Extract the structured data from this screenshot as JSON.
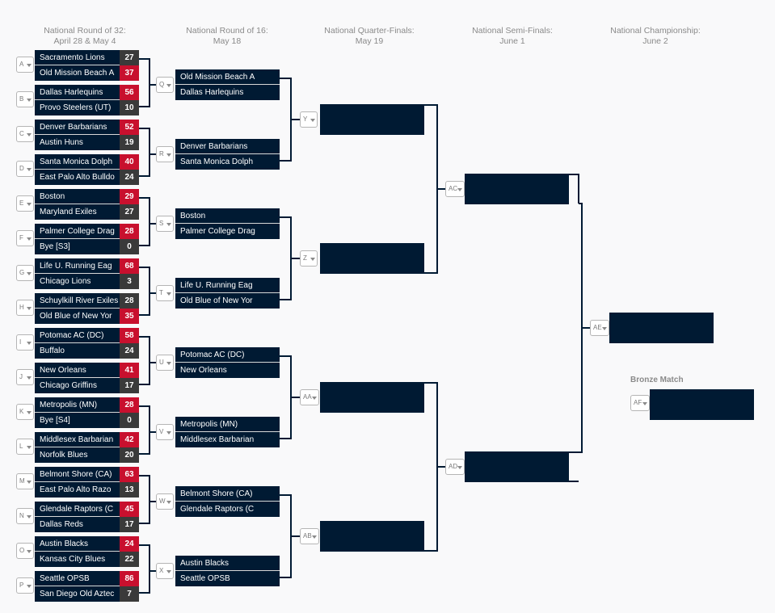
{
  "headers": [
    {
      "line1": "National Round of 32:",
      "line2": "April 28 & May 4"
    },
    {
      "line1": "National Round of 16:",
      "line2": "May 18"
    },
    {
      "line1": "National Quarter-Finals:",
      "line2": "May 19"
    },
    {
      "line1": "National Semi-Finals:",
      "line2": "June 1"
    },
    {
      "line1": "National Championship:",
      "line2": "June 2"
    }
  ],
  "round32": [
    {
      "id": "A",
      "t1": "Sacramento Lions",
      "s1": "27",
      "t2": "Old Mission Beach A",
      "s2": "37",
      "win": 2
    },
    {
      "id": "B",
      "t1": "Dallas Harlequins",
      "s1": "56",
      "t2": "Provo Steelers (UT)",
      "s2": "10",
      "win": 1
    },
    {
      "id": "C",
      "t1": "Denver Barbarians",
      "s1": "52",
      "t2": "Austin Huns",
      "s2": "19",
      "win": 1
    },
    {
      "id": "D",
      "t1": "Santa Monica Dolph",
      "s1": "40",
      "t2": "East Palo Alto Bulldo",
      "s2": "24",
      "win": 1
    },
    {
      "id": "E",
      "t1": "Boston",
      "s1": "29",
      "t2": "Maryland Exiles",
      "s2": "27",
      "win": 1
    },
    {
      "id": "F",
      "t1": "Palmer College Drag",
      "s1": "28",
      "t2": "Bye [S3]",
      "s2": "0",
      "win": 1
    },
    {
      "id": "G",
      "t1": "Life U. Running Eag",
      "s1": "68",
      "t2": "Chicago Lions",
      "s2": "3",
      "win": 1
    },
    {
      "id": "H",
      "t1": "Schuylkill River Exiles",
      "s1": "28",
      "t2": "Old Blue of New Yor",
      "s2": "35",
      "win": 2
    },
    {
      "id": "I",
      "t1": "Potomac AC (DC)",
      "s1": "58",
      "t2": "Buffalo",
      "s2": "24",
      "win": 1
    },
    {
      "id": "J",
      "t1": "New Orleans",
      "s1": "41",
      "t2": "Chicago Griffins",
      "s2": "17",
      "win": 1
    },
    {
      "id": "K",
      "t1": "Metropolis (MN)",
      "s1": "28",
      "t2": "Bye [S4]",
      "s2": "0",
      "win": 1
    },
    {
      "id": "L",
      "t1": "Middlesex Barbarian",
      "s1": "42",
      "t2": "Norfolk Blues",
      "s2": "20",
      "win": 1
    },
    {
      "id": "M",
      "t1": "Belmont Shore (CA)",
      "s1": "63",
      "t2": "East Palo Alto Razo",
      "s2": "13",
      "win": 1
    },
    {
      "id": "N",
      "t1": "Glendale Raptors (C",
      "s1": "45",
      "t2": "Dallas Reds",
      "s2": "17",
      "win": 1
    },
    {
      "id": "O",
      "t1": "Austin Blacks",
      "s1": "24",
      "t2": "Kansas City Blues",
      "s2": "22",
      "win": 1
    },
    {
      "id": "P",
      "t1": "Seattle OPSB",
      "s1": "86",
      "t2": "San Diego Old Aztec",
      "s2": "7",
      "win": 1
    }
  ],
  "round16": [
    {
      "id": "Q",
      "t1": "Old Mission Beach A",
      "t2": "Dallas Harlequins"
    },
    {
      "id": "R",
      "t1": "Denver Barbarians",
      "t2": "Santa Monica Dolph"
    },
    {
      "id": "S",
      "t1": "Boston",
      "t2": "Palmer College Drag"
    },
    {
      "id": "T",
      "t1": "Life U. Running Eag",
      "t2": "Old Blue of New Yor"
    },
    {
      "id": "U",
      "t1": "Potomac AC (DC)",
      "t2": "New Orleans"
    },
    {
      "id": "V",
      "t1": "Metropolis (MN)",
      "t2": "Middlesex Barbarian"
    },
    {
      "id": "W",
      "t1": "Belmont Shore (CA)",
      "t2": "Glendale Raptors (C"
    },
    {
      "id": "X",
      "t1": "Austin Blacks",
      "t2": "Seattle OPSB"
    }
  ],
  "quarters": [
    "Y",
    "Z",
    "AA",
    "AB"
  ],
  "semis": [
    "AC",
    "AD"
  ],
  "final": "AE",
  "bronze": {
    "label": "Bronze Match",
    "id": "AF"
  },
  "colors": {
    "box": "#001a33",
    "win": "#c8102e",
    "lose": "#3a3a3a",
    "line": "#001a33"
  }
}
